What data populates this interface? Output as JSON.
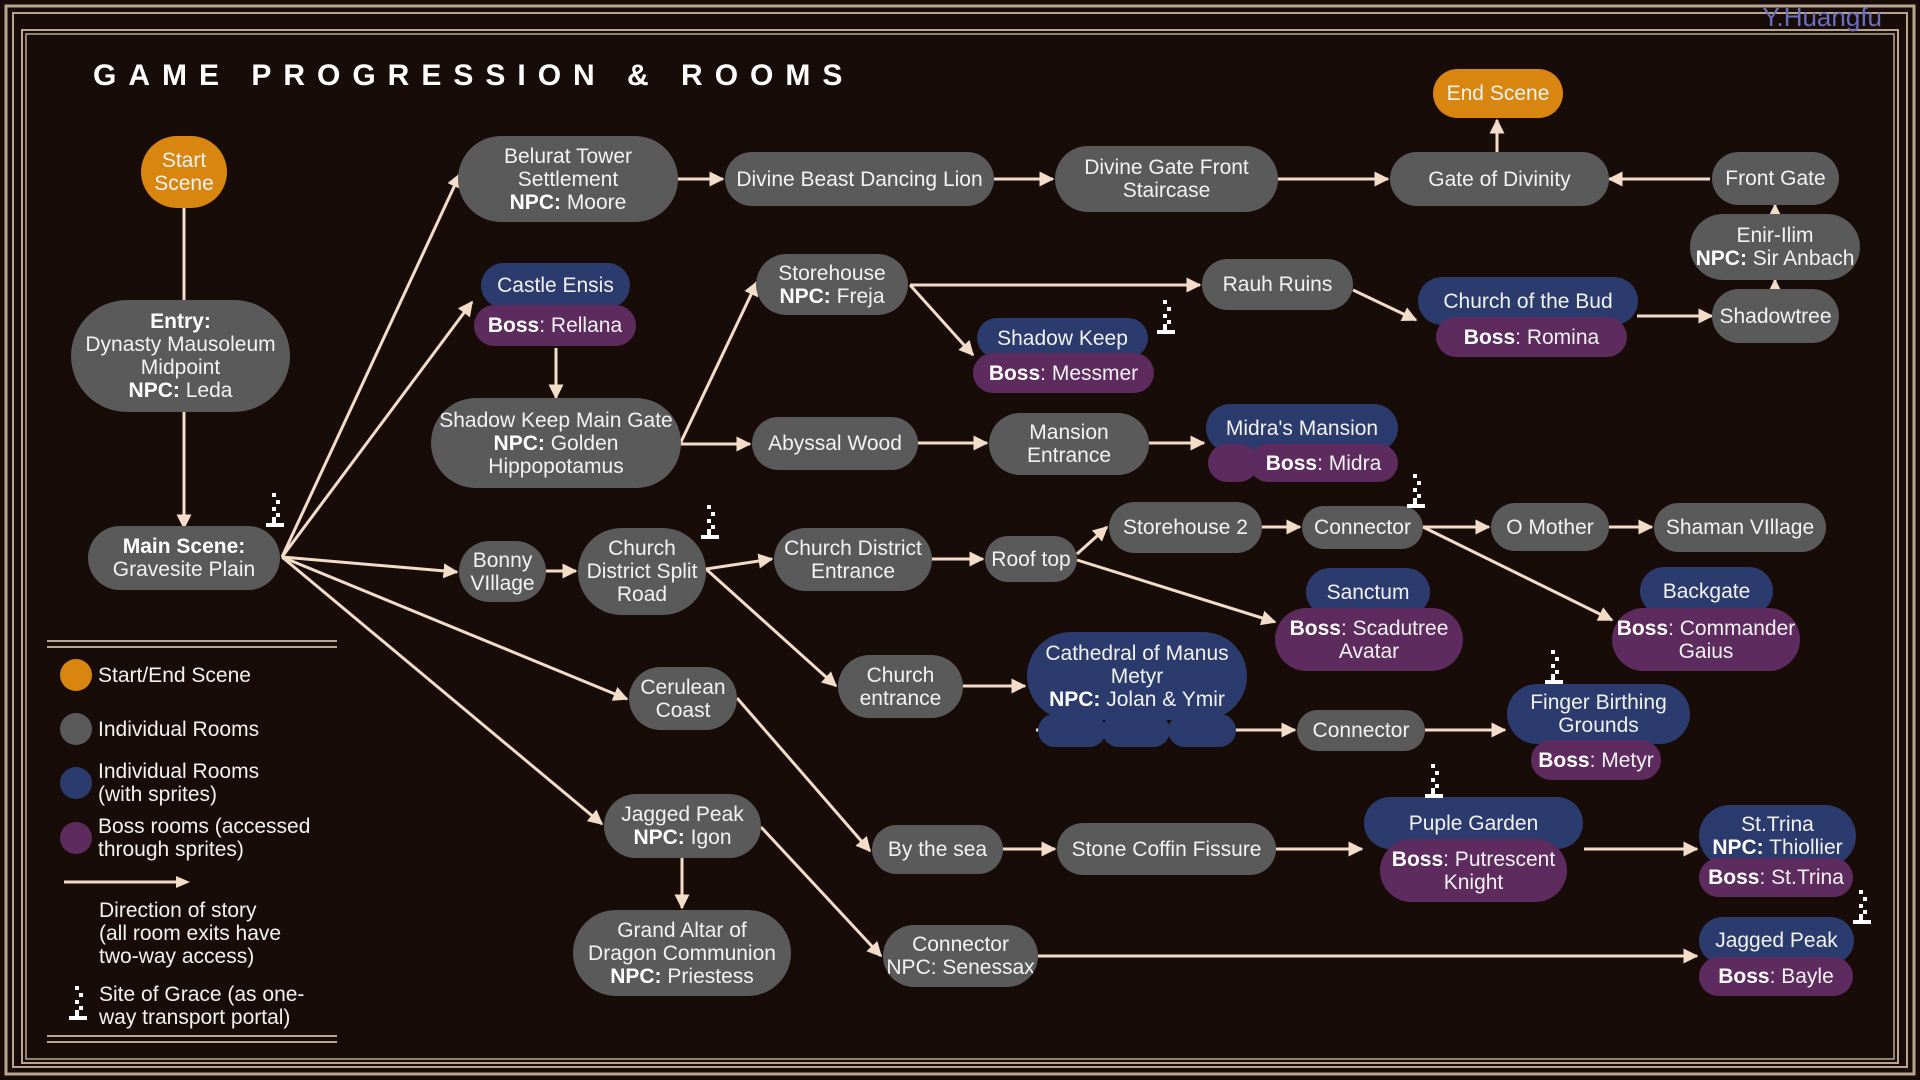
{
  "title": "GAME PROGRESSION & ROOMS",
  "credit": "Y.Huangfu",
  "colors": {
    "background": "#180c09",
    "frame": "#b8a690",
    "start_end": "#d8860f",
    "room": "#5a5a5a",
    "room_sprites": "#2b3b6d",
    "boss": "#5e2b5f",
    "arrow": "#f3dcc8"
  },
  "nodes": {
    "start": {
      "l1": "Start",
      "l2": "Scene"
    },
    "entry": {
      "l1": "Entry:",
      "l2": "Dynasty Mausoleum",
      "l3": "Midpoint",
      "l4a": "NPC:",
      "l4b": " Leda"
    },
    "main": {
      "l1": "Main Scene:",
      "l2": "Gravesite Plain"
    },
    "belurat": {
      "l1": "Belurat Tower",
      "l2": "Settlement",
      "l3a": "NPC:",
      "l3b": " Moore"
    },
    "divine_lion": {
      "l1": "Divine Beast Dancing Lion"
    },
    "divine_gate_front": {
      "l1": "Divine Gate Front",
      "l2": "Staircase"
    },
    "gate_divinity": {
      "l1": "Gate of Divinity"
    },
    "front_gate": {
      "l1": "Front Gate"
    },
    "end": {
      "l1": "End Scene"
    },
    "enir_ilim": {
      "l1": "Enir-Ilim",
      "l2a": "NPC:",
      "l2b": " Sir Anbach"
    },
    "shadowtree": {
      "l1": "Shadowtree"
    },
    "castle_ensis": {
      "l1": "Castle Ensis",
      "boss_k": "Boss",
      "boss_v": ": Rellana"
    },
    "shadow_main_gate": {
      "l1": "Shadow Keep Main Gate",
      "l2a": "NPC:",
      "l2b": " Golden",
      "l3": "Hippopotamus"
    },
    "storehouse": {
      "l1": "Storehouse",
      "l2a": "NPC:",
      "l2b": " Freja"
    },
    "shadow_keep": {
      "l1": "Shadow Keep",
      "boss_k": "Boss",
      "boss_v": ": Messmer"
    },
    "rauh_ruins": {
      "l1": "Rauh Ruins"
    },
    "church_bud": {
      "l1": "Church of the Bud",
      "boss_k": "Boss",
      "boss_v": ": Romina"
    },
    "abyssal": {
      "l1": "Abyssal Wood"
    },
    "mansion_entrance": {
      "l1": "Mansion",
      "l2": "Entrance"
    },
    "midra": {
      "l1": "Midra's Mansion",
      "boss_k": "Boss",
      "boss_v": ": Midra"
    },
    "bonny": {
      "l1": "Bonny",
      "l2": "VIllage"
    },
    "church_split": {
      "l1": "Church",
      "l2": "District Split",
      "l3": "Road"
    },
    "church_district_entrance": {
      "l1": "Church District",
      "l2": "Entrance"
    },
    "roof_top": {
      "l1": "Roof top"
    },
    "storehouse2": {
      "l1": "Storehouse 2"
    },
    "connector1": {
      "l1": "Connector"
    },
    "o_mother": {
      "l1": "O Mother"
    },
    "shaman": {
      "l1": "Shaman VIllage"
    },
    "sanctum": {
      "l1": "Sanctum",
      "boss_k": "Boss",
      "boss_v": ": Scadutree",
      "boss_l2": "Avatar"
    },
    "backgate": {
      "l1": "Backgate",
      "boss_k": "Boss",
      "boss_v": ": Commander",
      "boss_l2": "Gaius"
    },
    "cerulean": {
      "l1": "Cerulean",
      "l2": "Coast"
    },
    "church_entrance": {
      "l1": "Church",
      "l2": "entrance"
    },
    "cathedral": {
      "l1": "Cathedral of Manus",
      "l2": "Metyr",
      "l3a": "NPC:",
      "l3b": " Jolan & Ymir"
    },
    "connector2": {
      "l1": "Connector"
    },
    "finger": {
      "l1": "Finger Birthing",
      "l2": "Grounds",
      "boss_k": "Boss",
      "boss_v": ": Metyr"
    },
    "jagged_igon": {
      "l1": "Jagged Peak",
      "l2a": "NPC:",
      "l2b": " Igon"
    },
    "grand_altar": {
      "l1": "Grand Altar of",
      "l2": "Dragon Communion",
      "l3a": "NPC:",
      "l3b": " Priestess"
    },
    "by_the_sea": {
      "l1": "By the sea"
    },
    "stone_coffin": {
      "l1": "Stone Coffin Fissure"
    },
    "puple_garden": {
      "l1": "Puple Garden",
      "boss_k": "Boss",
      "boss_v": ": Putrescent",
      "boss_l2": "Knight"
    },
    "st_trina": {
      "l1": "St.Trina",
      "l2a": "NPC:",
      "l2b": " Thiollier",
      "boss_k": "Boss",
      "boss_v": ": St.Trina"
    },
    "connector3": {
      "l1": "Connector",
      "l2": "NPC: Senessax"
    },
    "jagged_bayle": {
      "l1": "Jagged Peak",
      "boss_k": "Boss",
      "boss_v": ": Bayle"
    }
  },
  "legend": [
    {
      "color": "#d8860f",
      "text": "Start/End Scene"
    },
    {
      "color": "#5a5a5a",
      "text": "Individual Rooms"
    },
    {
      "color": "#2b3b6d",
      "l1": "Individual Rooms",
      "l2": "(with sprites)"
    },
    {
      "color": "#5e2b5f",
      "l1": "Boss rooms (accessed",
      "l2": "through sprites)"
    },
    {
      "l1": "Direction of story",
      "l2": "(all room exits have",
      "l3": "two-way access)"
    },
    {
      "l1": "Site of Grace (as one-",
      "l2": "way transport portal)"
    }
  ]
}
